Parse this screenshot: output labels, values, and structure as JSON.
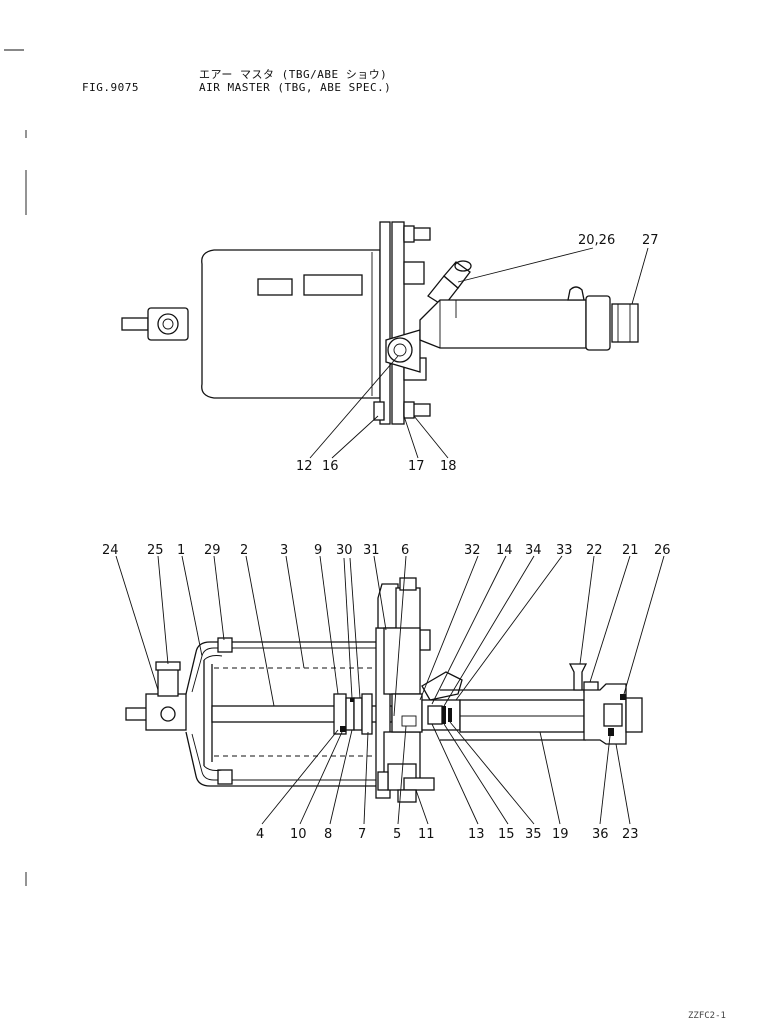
{
  "header": {
    "fig_number": "FIG.9075",
    "title_jp": "エアー マスタ (TBG/ABE ショウ)",
    "title_en": "AIR MASTER (TBG, ABE SPEC.)"
  },
  "top_view": {
    "callouts": [
      "20,26",
      "27",
      "12",
      "16",
      "17",
      "18"
    ]
  },
  "section_view": {
    "callouts_top": [
      "24",
      "25",
      "1",
      "29",
      "2",
      "3",
      "9",
      "30",
      "31",
      "6",
      "32",
      "14",
      "34",
      "33",
      "22",
      "21",
      "26"
    ],
    "callouts_bottom": [
      "4",
      "10",
      "8",
      "7",
      "5",
      "11",
      "13",
      "15",
      "35",
      "19",
      "36",
      "23"
    ]
  },
  "footer": {
    "code": "ZZFC2-1"
  }
}
